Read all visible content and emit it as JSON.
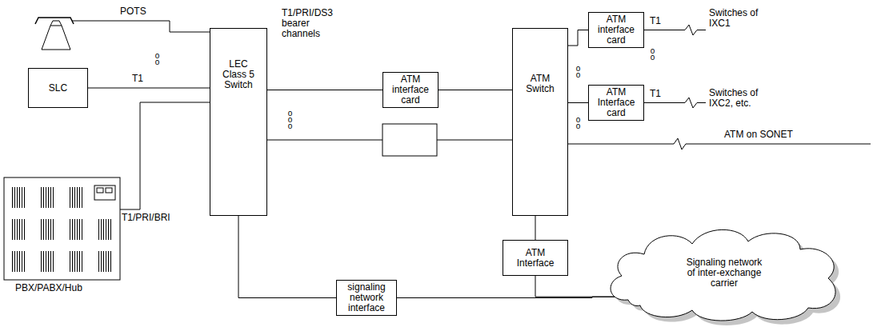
{
  "diagram": {
    "nodes": [
      {
        "text": [
          "SLC"
        ]
      },
      {
        "text": [
          "PBX/PABX/Hub"
        ]
      },
      {
        "text": [
          "LEC Class 5 Switch"
        ]
      },
      {
        "text": [
          "ATM interface card"
        ]
      },
      {
        "text": [
          "ATM Switch"
        ]
      },
      {
        "text": [
          "ATM interface card"
        ]
      },
      {
        "text": [
          "ATM Interface card"
        ]
      },
      {
        "text": [
          "ATM Interface"
        ]
      },
      {
        "text": [
          "signaling network interface"
        ]
      },
      {
        "text": [
          "Signaling network of inter-exchange carrier"
        ]
      }
    ],
    "edges": [
      {
        "from": 0,
        "to": 2,
        "label": "T1",
        "arrow": "none"
      },
      {
        "from": 1,
        "to": 2,
        "label": "T1/PRI/BRI",
        "arrow": "none"
      },
      {
        "from": 2,
        "to": 3,
        "label": "T1/PRI/DS3 bearer channels",
        "arrow": "none"
      },
      {
        "from": 3,
        "to": 4,
        "arrow": "none"
      },
      {
        "from": 4,
        "to": 5,
        "arrow": "none"
      },
      {
        "from": 4,
        "to": 6,
        "arrow": "none"
      },
      {
        "from": 4,
        "to": 7,
        "arrow": "none"
      },
      {
        "from": 2,
        "to": 8,
        "arrow": "none"
      },
      {
        "from": 8,
        "to": 9,
        "arrow": "none"
      },
      {
        "from": 7,
        "to": 9,
        "arrow": "none"
      }
    ],
    "labels": [
      "POTS",
      "o o",
      "o o o",
      "T1",
      "Switches of IXC1",
      "o o",
      "o o",
      "T1",
      "Switches of IXC2, etc.",
      "o o",
      "ATM on SONET"
    ]
  }
}
